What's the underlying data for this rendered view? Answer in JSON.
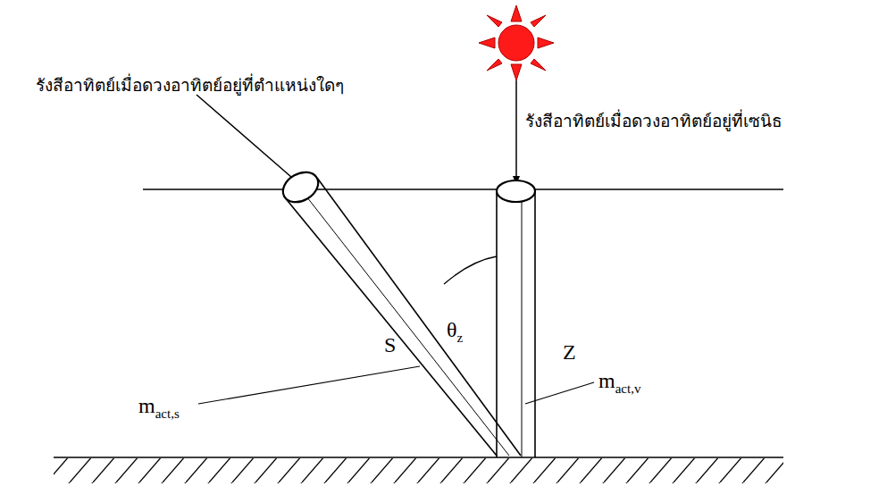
{
  "diagram": {
    "labels": [
      "รังสีอาทิตย์เมื่อดวงอาทิตย์อยู่ที่ตำแหน่งใดๆ",
      "รังสีอาทิตย์เมื่อดวงอาทิตย์อยู่ที่เซนิธ",
      "θz",
      "Z",
      "S",
      "mact,s",
      "mact,v"
    ]
  }
}
